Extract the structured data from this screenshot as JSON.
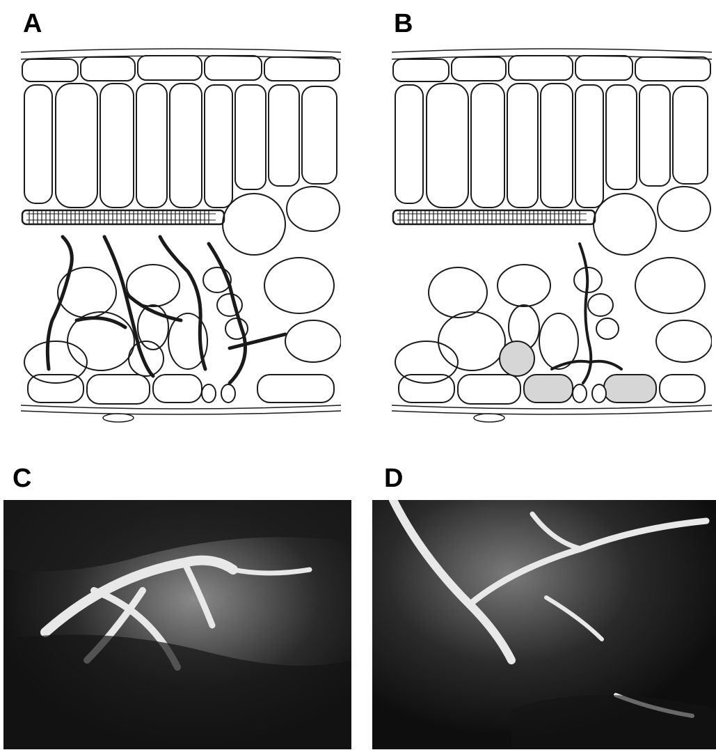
{
  "figure": {
    "panels": [
      {
        "id": "A",
        "label": "A",
        "kind": "drawing"
      },
      {
        "id": "B",
        "label": "B",
        "kind": "drawing"
      },
      {
        "id": "C",
        "label": "C",
        "kind": "micrograph"
      },
      {
        "id": "D",
        "label": "D",
        "kind": "micrograph"
      }
    ]
  },
  "colors": {
    "ink": "#1a1a1a",
    "stipple": "#d6d6d6",
    "micrograph_dark": "#1c1c1c",
    "micrograph_light": "#e8e8e8"
  }
}
